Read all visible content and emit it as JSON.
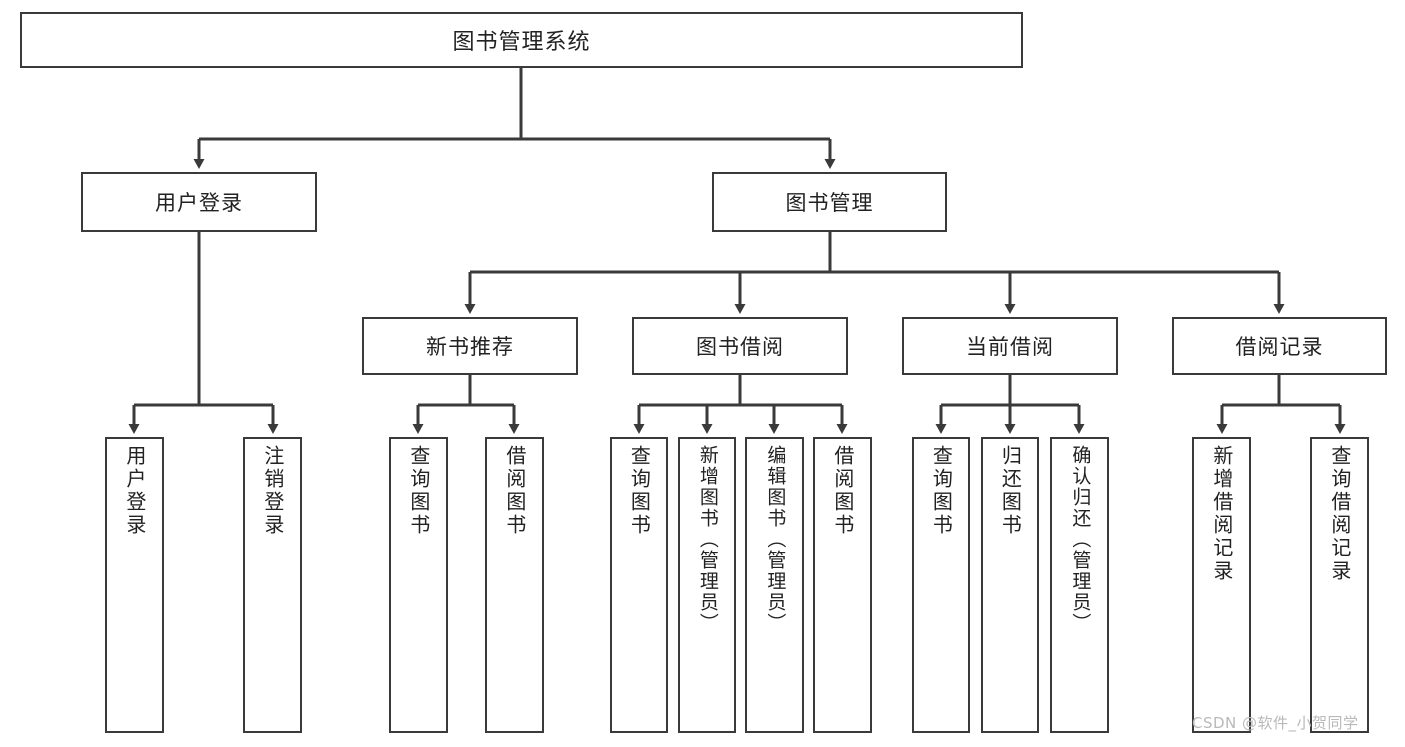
{
  "diagram": {
    "title": "图书管理系统",
    "type": "hierarchy-tree",
    "root": {
      "label": "图书管理系统"
    },
    "level2": [
      {
        "label": "用户登录"
      },
      {
        "label": "图书管理"
      }
    ],
    "level3": [
      {
        "label": "新书推荐"
      },
      {
        "label": "图书借阅"
      },
      {
        "label": "当前借阅"
      },
      {
        "label": "借阅记录"
      }
    ],
    "leaves": {
      "user_login": [
        {
          "label": "用户登录"
        },
        {
          "label": "注销登录"
        }
      ],
      "new_book_recommend": [
        {
          "label": "查询图书"
        },
        {
          "label": "借阅图书"
        }
      ],
      "book_borrow": [
        {
          "label": "查询图书"
        },
        {
          "label": "新增图书（管理员）"
        },
        {
          "label": "编辑图书（管理员）"
        },
        {
          "label": "借阅图书"
        }
      ],
      "current_borrow": [
        {
          "label": "查询图书"
        },
        {
          "label": "归还图书"
        },
        {
          "label": "确认归还（管理员）"
        }
      ],
      "borrow_record": [
        {
          "label": "新增借阅记录"
        },
        {
          "label": "查询借阅记录"
        }
      ]
    }
  },
  "watermark": {
    "text": "CSDN @软件_小贺同学"
  },
  "colors": {
    "stroke": "#3a3a3a",
    "text": "#222222",
    "background": "#ffffff",
    "watermark": "#b9b9b9"
  }
}
